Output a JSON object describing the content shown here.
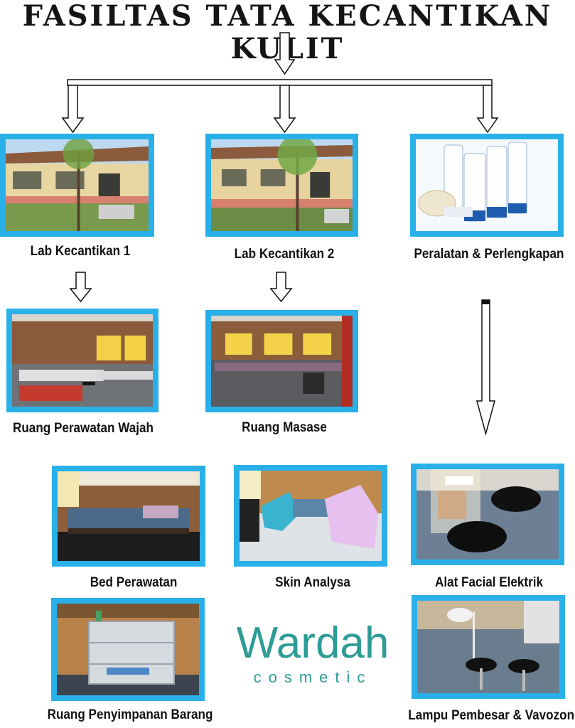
{
  "title": "FASILTAS TATA KECANTIKAN KULIT",
  "labels": {
    "lab1": "Lab Kecantikan 1",
    "lab2": "Lab Kecantikan 2",
    "peralatan": "Peralatan & Perlengkapan",
    "ruang_wajah": "Ruang Perawatan Wajah",
    "ruang_masase": "Ruang Masase",
    "bed": "Bed Perawatan",
    "skin": "Skin Analysa",
    "facial": "Alat Facial Elektrik",
    "penyimpanan": "Ruang Penyimpanan Barang",
    "lampu": "Lampu Pembesar & Vavozone"
  },
  "logo": {
    "word": "Wardah",
    "sub": "cosmetic"
  },
  "colors": {
    "frame": "#2ab0e8",
    "logo": "#2e9c96"
  }
}
